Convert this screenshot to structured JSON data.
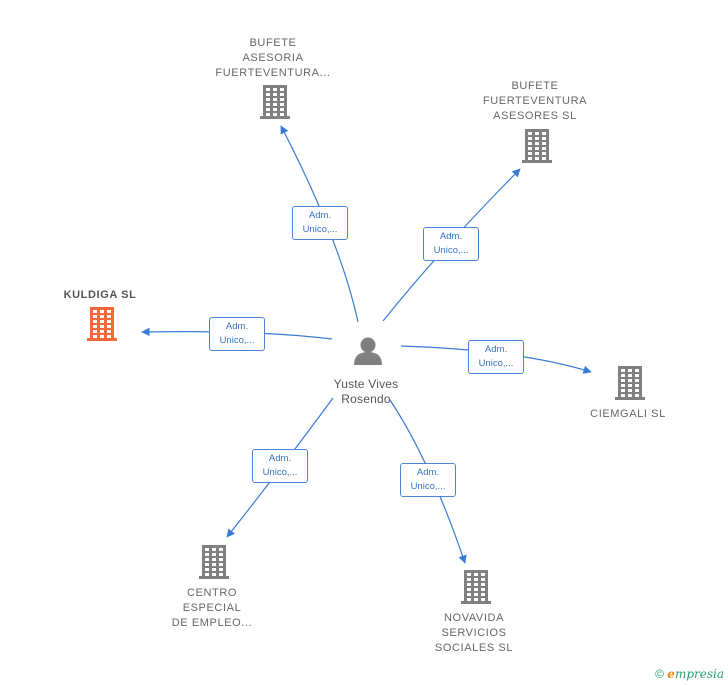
{
  "center": {
    "name": "Yuste Vives\nRosendo",
    "icon": "person-icon"
  },
  "nodes": [
    {
      "id": "bufete-asesoria",
      "label": "BUFETE\nASESORIA\nFUERTEVENTURA...",
      "icon": "building-icon",
      "color": "#808080"
    },
    {
      "id": "bufete-fuerteventura",
      "label": "BUFETE\nFUERTEVENTURA\nASESORES SL",
      "icon": "building-icon",
      "color": "#808080"
    },
    {
      "id": "kuldiga",
      "label": "KULDIGA SL",
      "icon": "building-icon",
      "color": "#f26a3c"
    },
    {
      "id": "ciemgali",
      "label": "CIEMGALI SL",
      "icon": "building-icon",
      "color": "#808080"
    },
    {
      "id": "centro-especial",
      "label": "CENTRO\nESPECIAL\nDE EMPLEO...",
      "icon": "building-icon",
      "color": "#808080"
    },
    {
      "id": "novavida",
      "label": "NOVAVIDA\nSERVICIOS\nSOCIALES SL",
      "icon": "building-icon",
      "color": "#808080"
    }
  ],
  "edges": [
    {
      "to": "bufete-asesoria",
      "line1": "Adm.",
      "line2": "Unico,..."
    },
    {
      "to": "bufete-fuerteventura",
      "line1": "Adm.",
      "line2": "Unico,..."
    },
    {
      "to": "kuldiga",
      "line1": "Adm.",
      "line2": "Unico,..."
    },
    {
      "to": "ciemgali",
      "line1": "Adm.",
      "line2": "Unico,..."
    },
    {
      "to": "centro-especial",
      "line1": "Adm.",
      "line2": "Unico,..."
    },
    {
      "to": "novavida",
      "line1": "Adm.",
      "line2": "Unico,..."
    }
  ],
  "colors": {
    "edge": "#3a7bd5",
    "building": "#808080",
    "highlight": "#f26a3c",
    "person": "#808080"
  },
  "footer": {
    "copyright": "©",
    "brand_initial": "e",
    "brand_rest": "mpresia"
  }
}
